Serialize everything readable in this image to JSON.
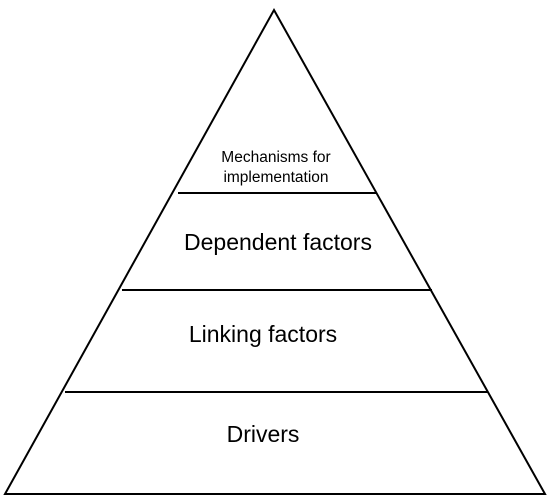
{
  "pyramid": {
    "tiers": [
      {
        "id": "mechanisms",
        "lines": [
          "Mechanisms for",
          "implementation"
        ]
      },
      {
        "id": "dependent",
        "lines": [
          "Dependent factors"
        ]
      },
      {
        "id": "linking",
        "lines": [
          "Linking factors"
        ]
      },
      {
        "id": "drivers",
        "lines": [
          "Drivers"
        ]
      }
    ]
  }
}
